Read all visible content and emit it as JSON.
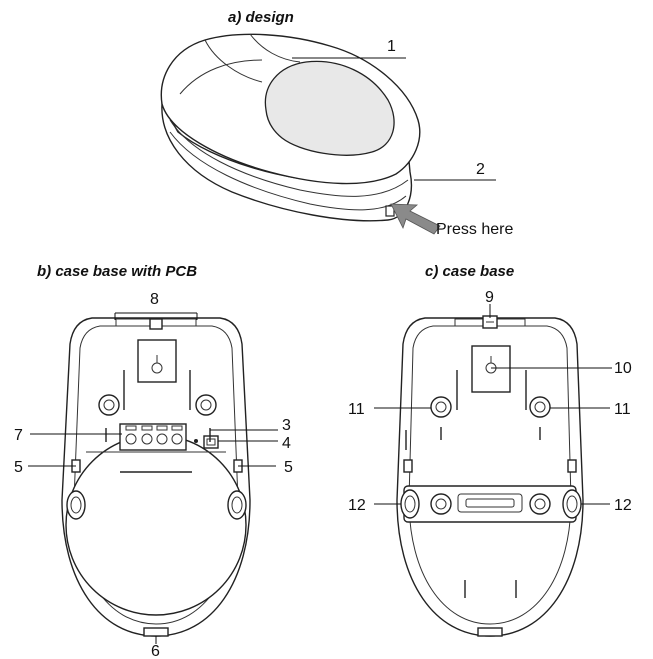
{
  "titles": {
    "design": "a) design",
    "base_pcb": "b) case base with PCB",
    "base": "c) case base"
  },
  "press_label": "Press here",
  "callouts": {
    "c1": "1",
    "c2": "2",
    "c3": "3",
    "c4": "4",
    "c5a": "5",
    "c5b": "5",
    "c6": "6",
    "c7": "7",
    "c8": "8",
    "c9": "9",
    "c10": "10",
    "c11a": "11",
    "c11b": "11",
    "c12a": "12",
    "c12b": "12"
  },
  "colors": {
    "line": "#222222",
    "arrow": "#8a8a8a",
    "shade": "#e6e6e6"
  }
}
